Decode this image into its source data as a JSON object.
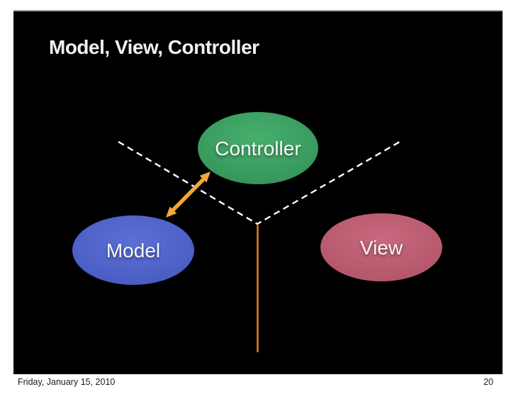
{
  "slide": {
    "title": "Model, View, Controller",
    "nodes": [
      {
        "id": "controller",
        "label": "Controller",
        "color_center": "#47b06d",
        "color_edge": "#349158"
      },
      {
        "id": "model",
        "label": "Model",
        "color_center": "#5b70d6",
        "color_edge": "#4659bf"
      },
      {
        "id": "view",
        "label": "View",
        "color_center": "#ca687e",
        "color_edge": "#b05367"
      }
    ],
    "connectors": {
      "dashed_color": "#ffffff",
      "arrow_color": "#f2a73d",
      "line_edge_color": "#8c4a12",
      "line_core_color": "#f2851e"
    }
  },
  "footer": {
    "date": "Friday, January 15, 2010",
    "page_number": "20"
  }
}
